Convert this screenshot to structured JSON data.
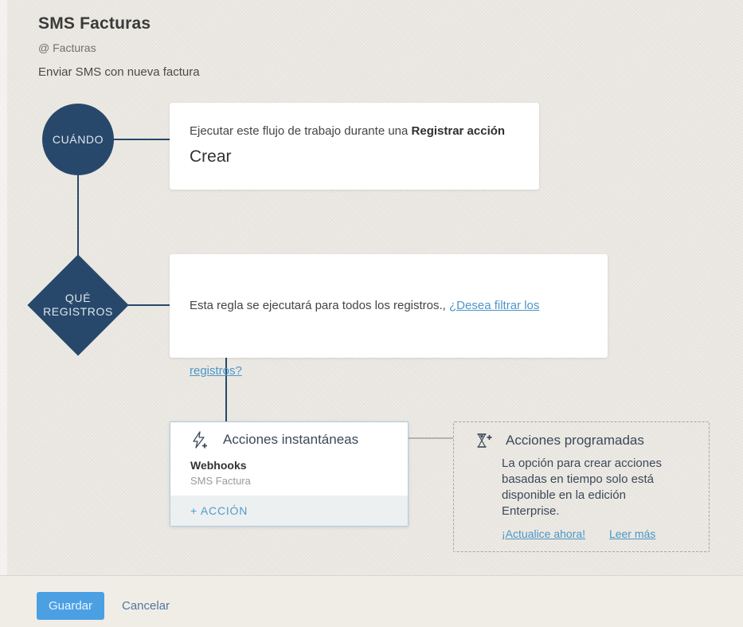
{
  "header": {
    "title": "SMS Facturas",
    "module": "@ Facturas",
    "description": "Enviar SMS con nueva factura"
  },
  "flow": {
    "when_node_label": "CUÁNDO",
    "when_card": {
      "text_prefix": "Ejecutar este flujo de trabajo durante una ",
      "text_bold": "Registrar acción",
      "value": "Crear"
    },
    "which_node_label_line1": "QUÉ",
    "which_node_label_line2": "REGISTROS",
    "which_card": {
      "text": "Esta regla se ejecutará para todos los registros., ",
      "filter_link_line1": "¿Desea filtrar los",
      "filter_link_line2": "registros?"
    }
  },
  "instant_actions": {
    "icon": "lightning-plus-icon",
    "title": "Acciones instantáneas",
    "items": [
      {
        "type": "Webhooks",
        "name": "SMS Factura"
      }
    ],
    "add_action_label": "+ ACCIÓN"
  },
  "scheduled_actions": {
    "icon": "hourglass-plus-icon",
    "title": "Acciones programadas",
    "message": "La opción para crear acciones basadas en tiempo solo está disponible en la edición Enterprise.",
    "upgrade_link": "¡Actualice ahora!",
    "read_more_link": "Leer más"
  },
  "footer": {
    "save_label": "Guardar",
    "cancel_label": "Cancelar"
  },
  "colors": {
    "navy": "#27486b",
    "link_blue": "#4b96c8",
    "save_blue": "#4ba0e4",
    "background": "#e9e6e0"
  }
}
